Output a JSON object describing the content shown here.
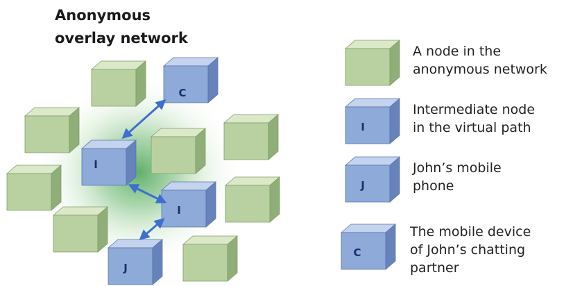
{
  "title": [
    "Anonymous",
    "overlay network"
  ],
  "colors": {
    "plain_front": "#b9d1a0",
    "plain_top": "#dbe9c9",
    "plain_side": "#8fae78",
    "marked_front": "#8eaad8",
    "marked_top": "#c4d3ee",
    "marked_side": "#6683bc",
    "arrow": "#3d6fd0",
    "glow": "#2f9a3b"
  },
  "network": {
    "path_node_labels": {
      "chat_partner": "C",
      "intermediate_1": "I",
      "intermediate_2": "I",
      "john": "J"
    }
  },
  "legend": [
    {
      "kind": "plain",
      "label": "",
      "lines": [
        "A node in the",
        "anonymous network"
      ]
    },
    {
      "kind": "marked",
      "label": "I",
      "lines": [
        "Intermediate node",
        "in the virtual path"
      ]
    },
    {
      "kind": "marked",
      "label": "J",
      "lines": [
        "John’s mobile",
        "phone"
      ]
    },
    {
      "kind": "marked",
      "label": "C",
      "lines": [
        "The mobile device",
        "of John’s chatting",
        "partner"
      ]
    }
  ]
}
